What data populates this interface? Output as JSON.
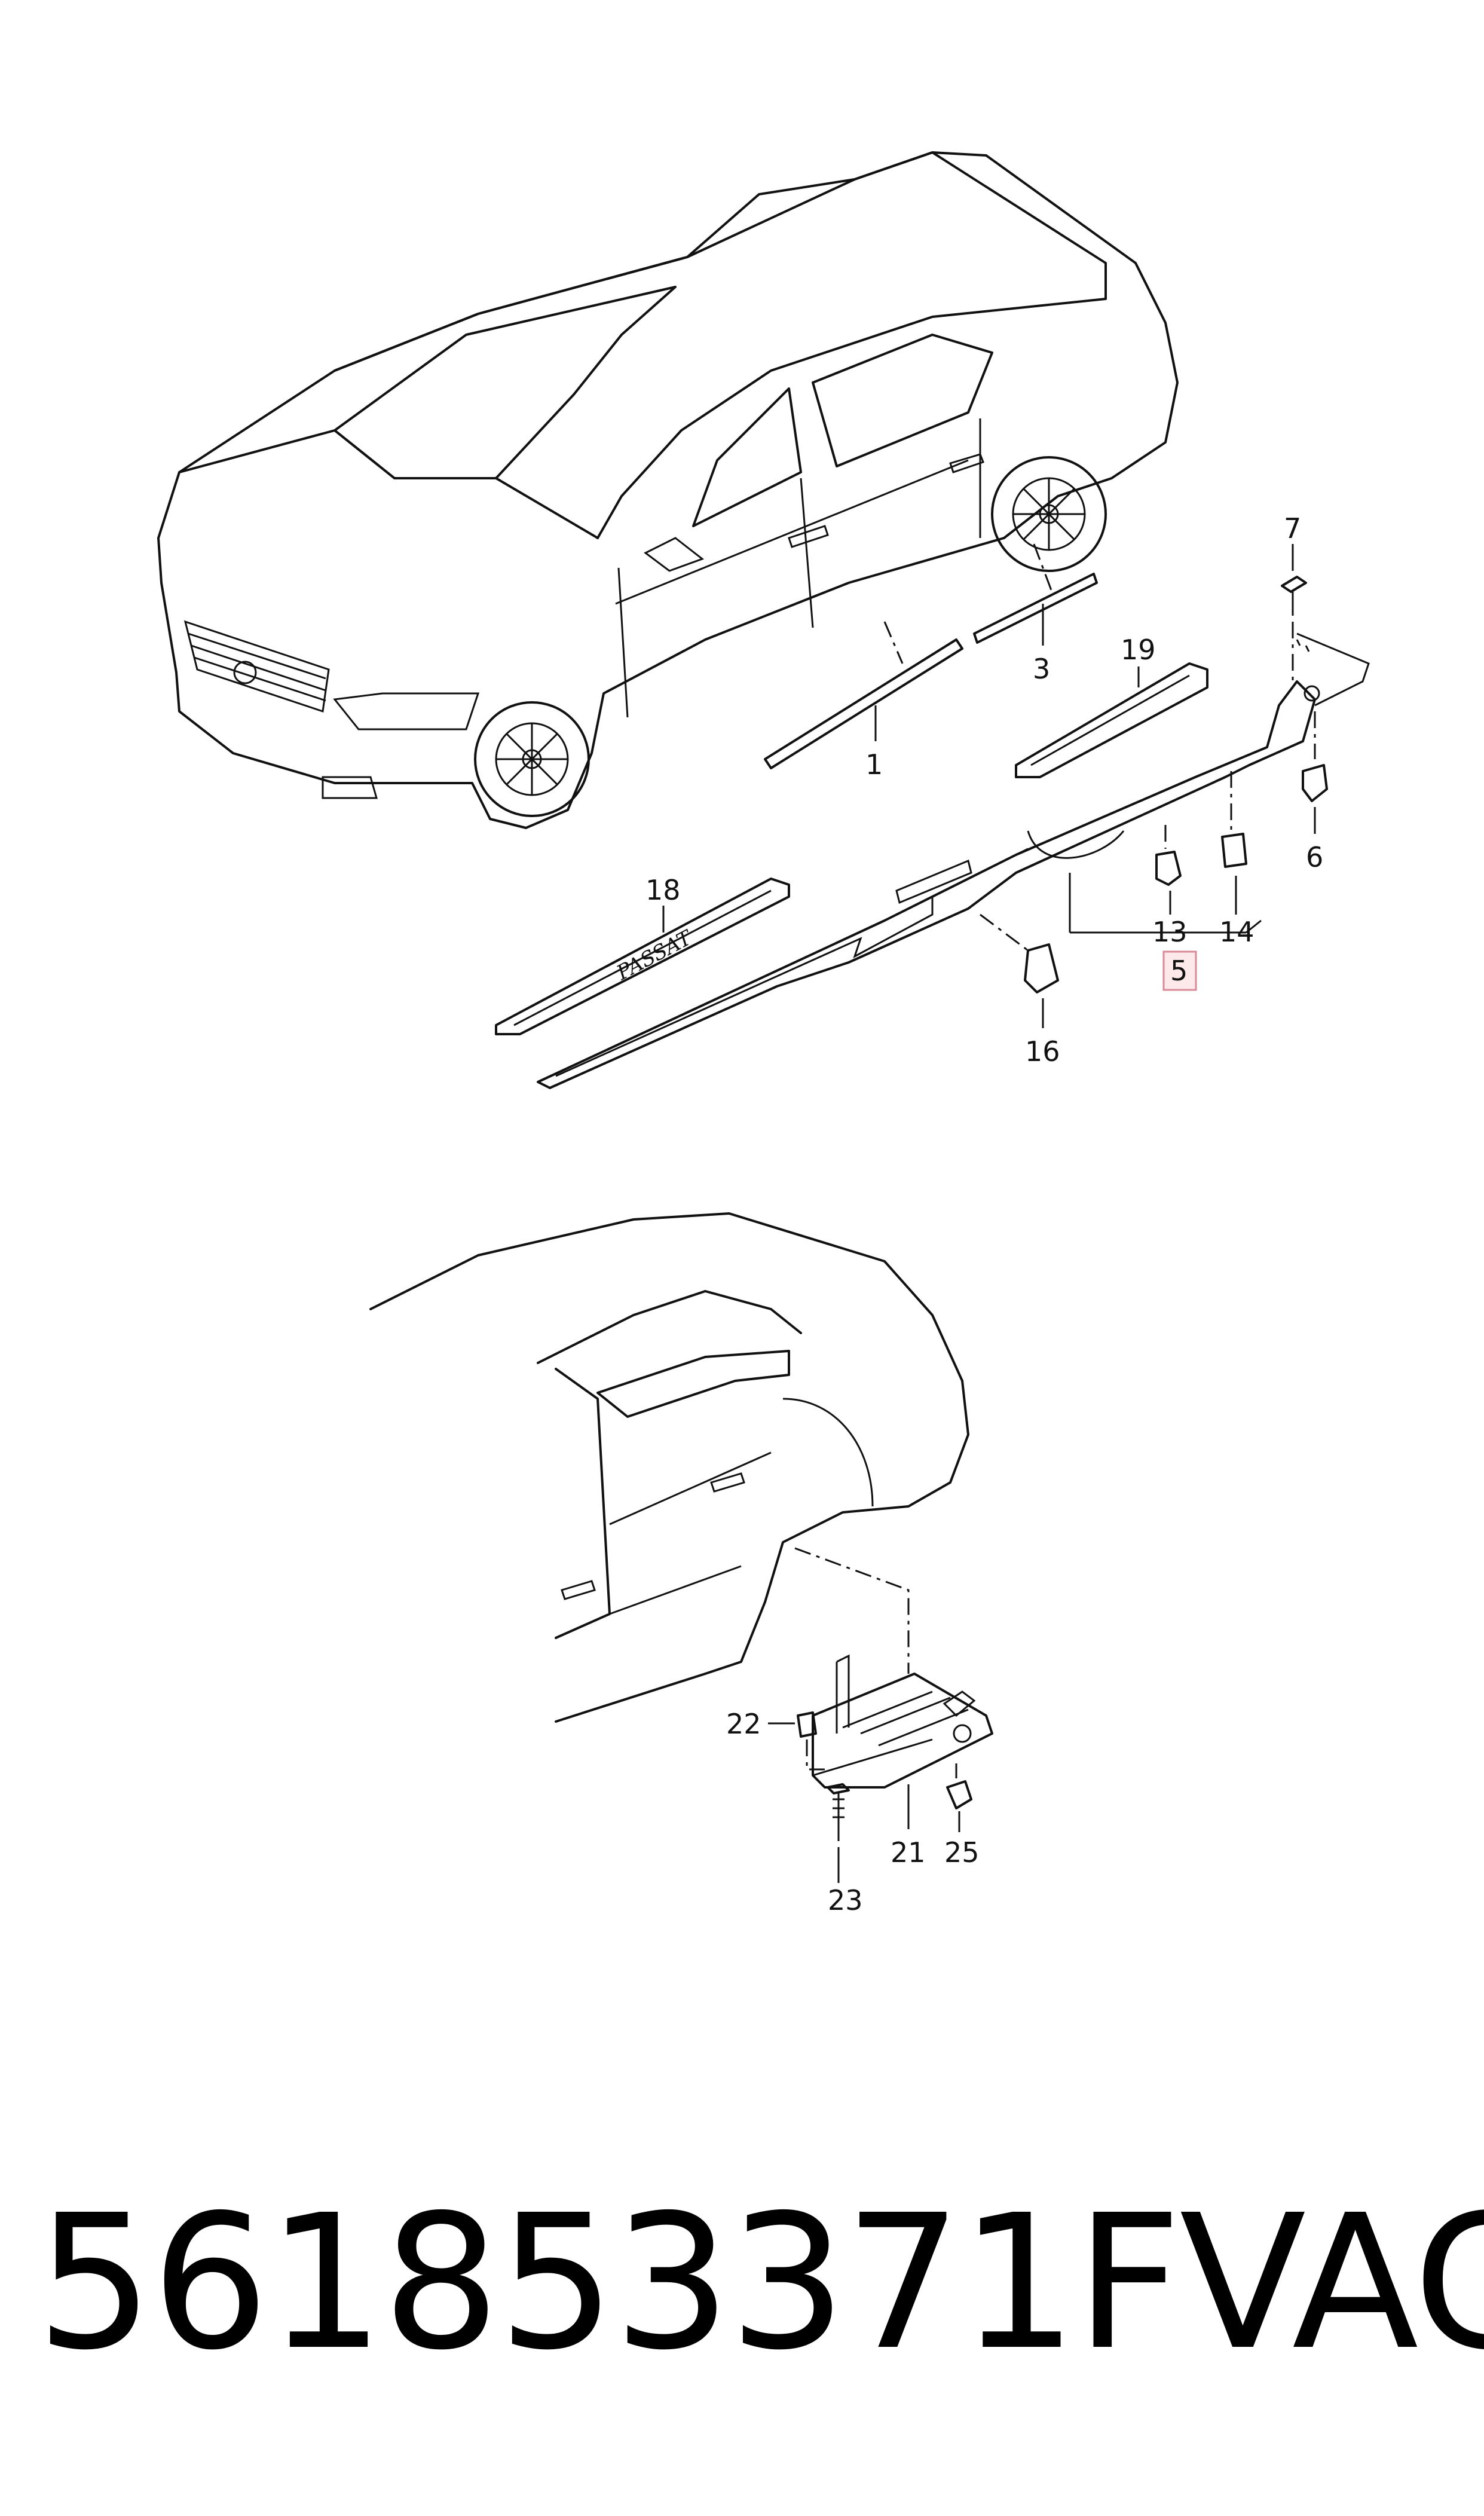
{
  "callouts": [
    {
      "id": "c1",
      "label": "1"
    },
    {
      "id": "c3",
      "label": "3"
    },
    {
      "id": "c5",
      "label": "5",
      "highlighted": true
    },
    {
      "id": "c6",
      "label": "6"
    },
    {
      "id": "c7",
      "label": "7"
    },
    {
      "id": "c13",
      "label": "13"
    },
    {
      "id": "c14",
      "label": "14"
    },
    {
      "id": "c16",
      "label": "16"
    },
    {
      "id": "c18",
      "label": "18"
    },
    {
      "id": "c19",
      "label": "19"
    },
    {
      "id": "c21",
      "label": "21"
    },
    {
      "id": "c22",
      "label": "22"
    },
    {
      "id": "c23",
      "label": "23"
    },
    {
      "id": "c25",
      "label": "25"
    }
  ],
  "sill_badge": "PASSAT",
  "part_number": "561853371F",
  "brand": "VAG",
  "colors": {
    "line": "#111111",
    "highlight_fill": "#fde8ea",
    "highlight_stroke": "#d98a96"
  }
}
